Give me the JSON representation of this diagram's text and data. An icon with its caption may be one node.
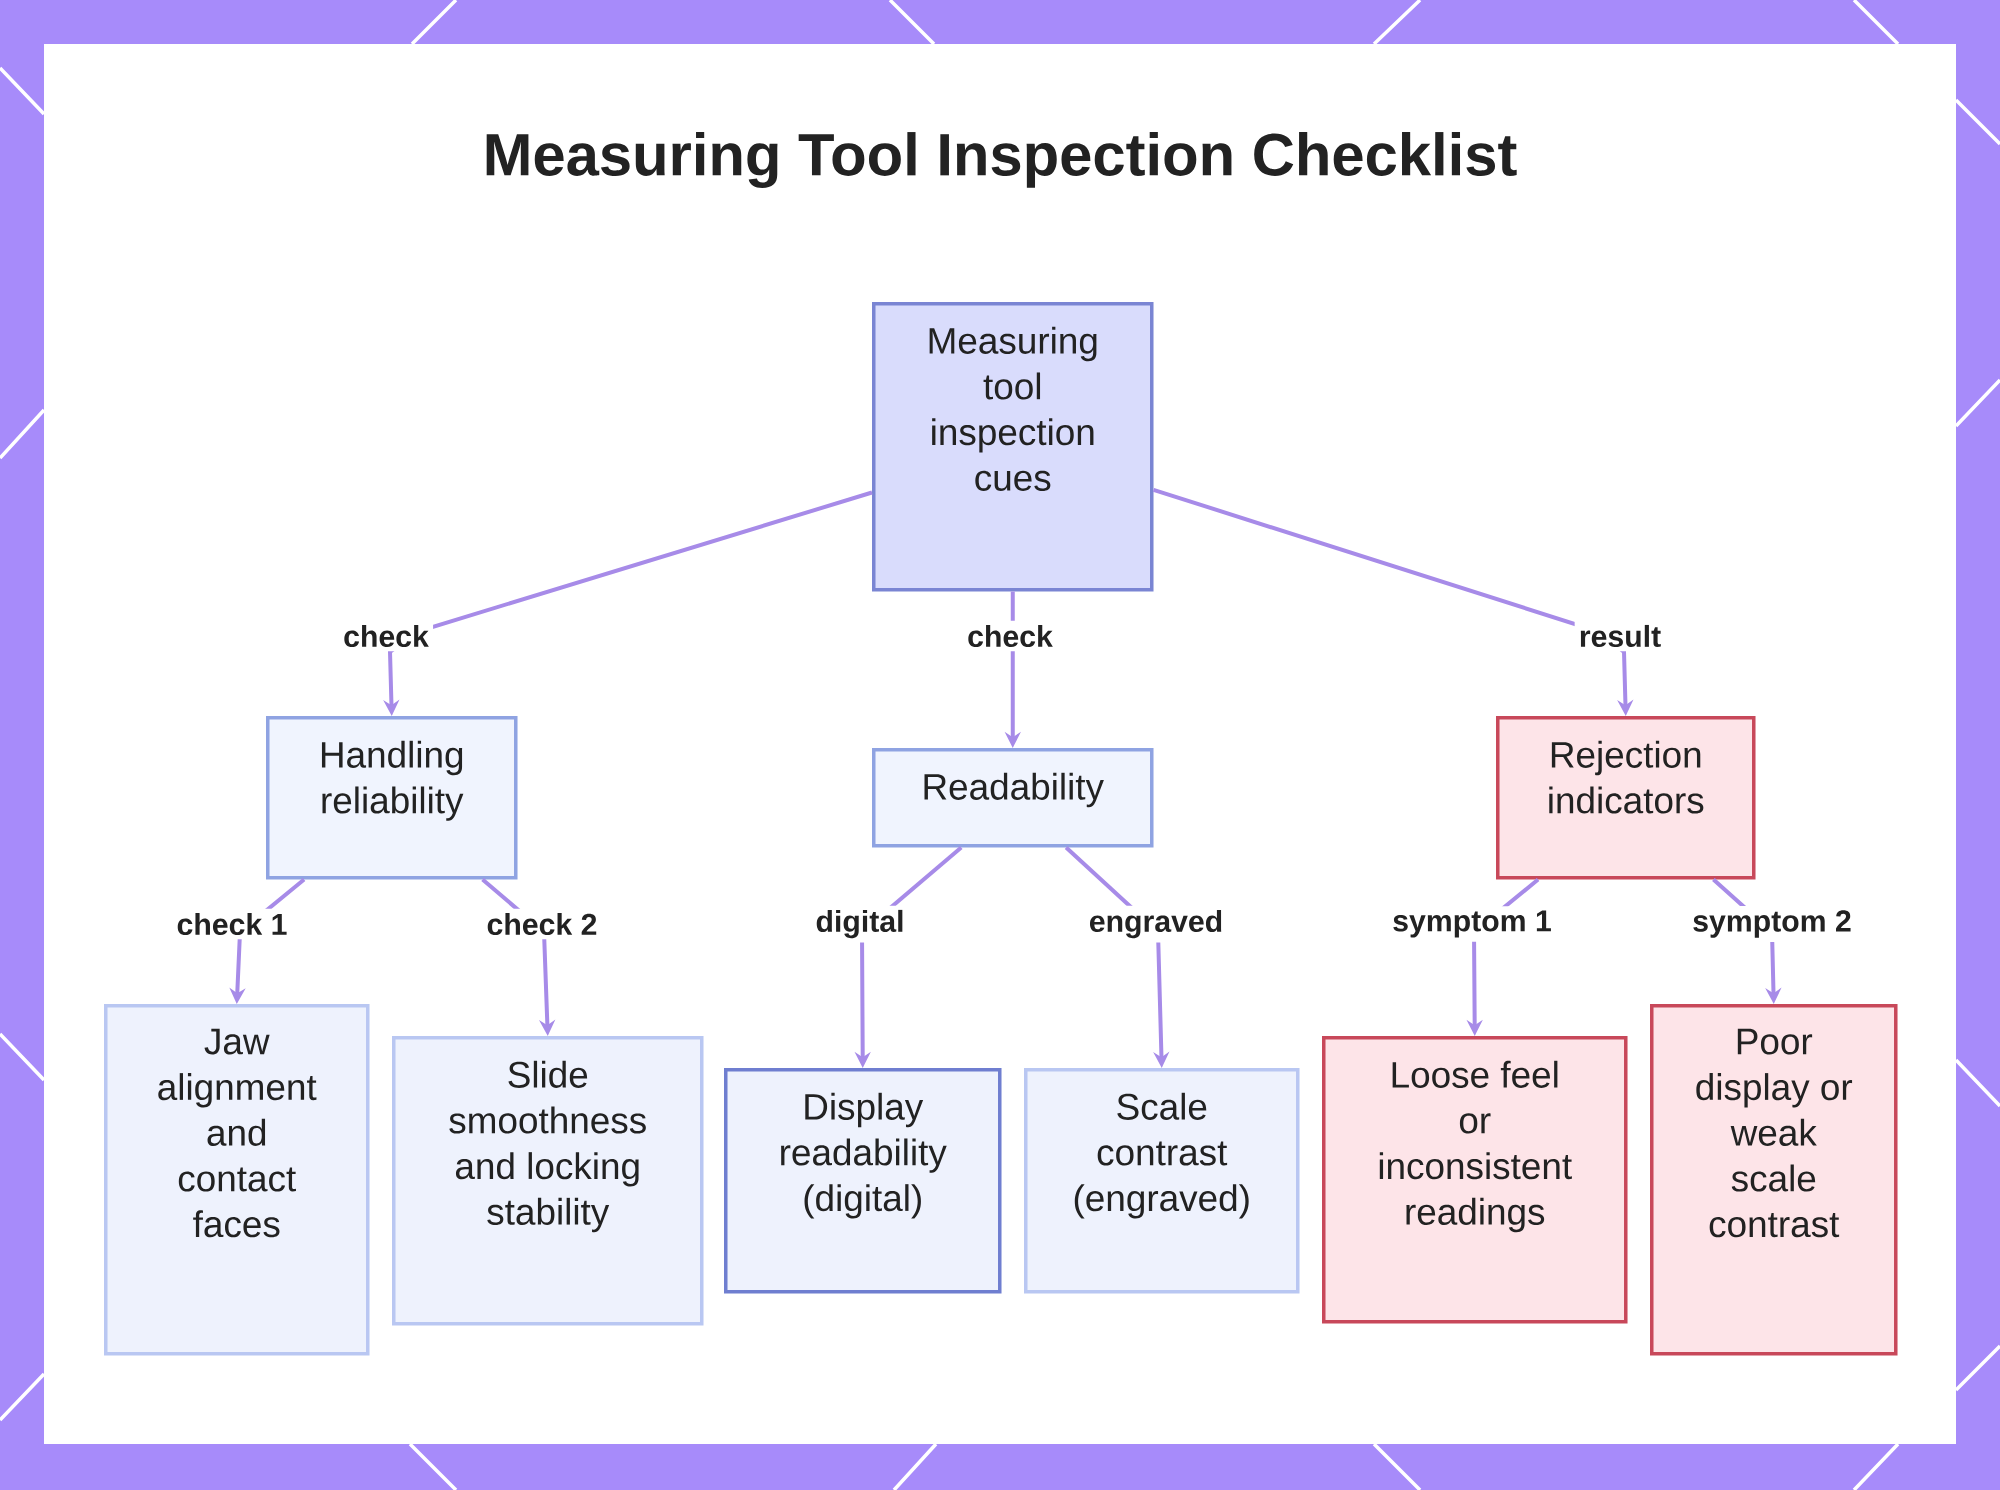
{
  "diagram": {
    "title": "Measuring Tool Inspection Checklist",
    "nodes": [
      {
        "text": [
          "Measuring tool inspection cues"
        ]
      },
      {
        "text": [
          "Handling reliability"
        ]
      },
      {
        "text": [
          "Readability"
        ]
      },
      {
        "text": [
          "Rejection indicators"
        ]
      },
      {
        "text": [
          "Jaw alignment and contact faces"
        ]
      },
      {
        "text": [
          "Slide smoothness and locking stability"
        ]
      },
      {
        "text": [
          "Display readability (digital)"
        ]
      },
      {
        "text": [
          "Scale contrast (engraved)"
        ]
      },
      {
        "text": [
          "Loose feel or inconsistent readings"
        ]
      },
      {
        "text": [
          "Poor display or weak scale contrast"
        ]
      }
    ],
    "edges": [
      {
        "from": 0,
        "to": 1,
        "arrow": "to",
        "label": "check"
      },
      {
        "from": 0,
        "to": 2,
        "arrow": "to",
        "label": "check"
      },
      {
        "from": 0,
        "to": 3,
        "arrow": "to",
        "label": "result"
      },
      {
        "from": 1,
        "to": 4,
        "arrow": "to",
        "label": "check 1"
      },
      {
        "from": 1,
        "to": 5,
        "arrow": "to",
        "label": "check 2"
      },
      {
        "from": 2,
        "to": 6,
        "arrow": "to",
        "label": "digital"
      },
      {
        "from": 2,
        "to": 7,
        "arrow": "to",
        "label": "engraved"
      },
      {
        "from": 3,
        "to": 8,
        "arrow": "to",
        "label": "symptom 1"
      },
      {
        "from": 3,
        "to": 9,
        "arrow": "to",
        "label": "symptom 2"
      }
    ]
  }
}
